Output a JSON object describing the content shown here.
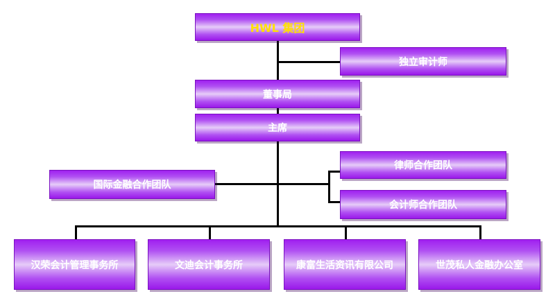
{
  "root": {
    "name": "HWL 集团",
    "name_color": "#ffe000"
  },
  "auditor": {
    "name": "独立审计师"
  },
  "board": {
    "name": "董事局"
  },
  "chairman": {
    "name": "主席"
  },
  "left_team": {
    "name": "国际金融合作团队"
  },
  "right_teams": [
    {
      "name": "律师合作团队"
    },
    {
      "name": "会计师合作团队"
    }
  ],
  "subsidiaries": [
    {
      "name": "汉荣会计管理事务所"
    },
    {
      "name": "文迪会计事务所"
    },
    {
      "name": "康富生活资讯有限公司"
    },
    {
      "name": "世茂私人金融办公室"
    }
  ],
  "colors": {
    "box_gradient_edge": "#a020f0",
    "box_gradient_center": "#e6ccf8",
    "line": "#000000",
    "text": "#ffffff"
  }
}
